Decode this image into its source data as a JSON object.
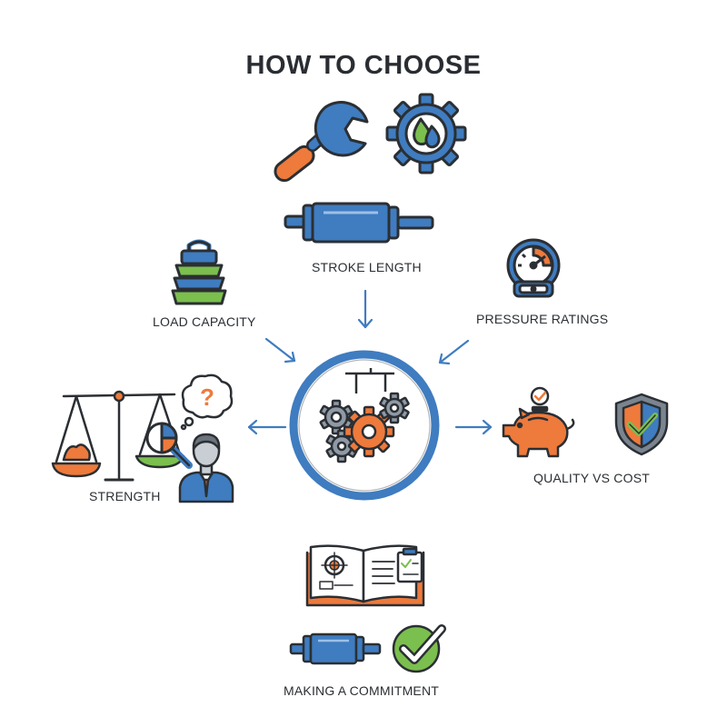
{
  "title": "HOW TO CHOOSE",
  "labels": {
    "stroke_length": "STROKE LENGTH",
    "load_capacity": "LOAD CAPACITY",
    "pressure_ratings": "PRESSURE RATINGS",
    "strength": "STRENGTH",
    "quality_vs_cost": "QUALITY VS COST",
    "making_commitment": "MAKING A COMMITMENT"
  },
  "icons": {
    "wrench": "wrench-icon",
    "gear_drop": "gear-hydraulic-drop-icon",
    "cylinder": "hydraulic-cylinder-icon",
    "weights": "stacked-weights-icon",
    "gauge": "pressure-gauge-icon",
    "center_gears": "center-gears-icon",
    "scale": "balance-scale-icon",
    "question": "question-bubble-icon",
    "person": "person-icon",
    "piggy": "piggy-bank-icon",
    "shield": "shield-check-icon",
    "book": "open-manual-icon",
    "cylinder_small": "small-cylinder-icon",
    "check": "check-circle-icon"
  },
  "colors": {
    "blue": "#3f7cc0",
    "orange": "#ee7a3c",
    "green": "#7bbf4e",
    "dark": "#2b2f33",
    "gray": "#7a8590"
  }
}
